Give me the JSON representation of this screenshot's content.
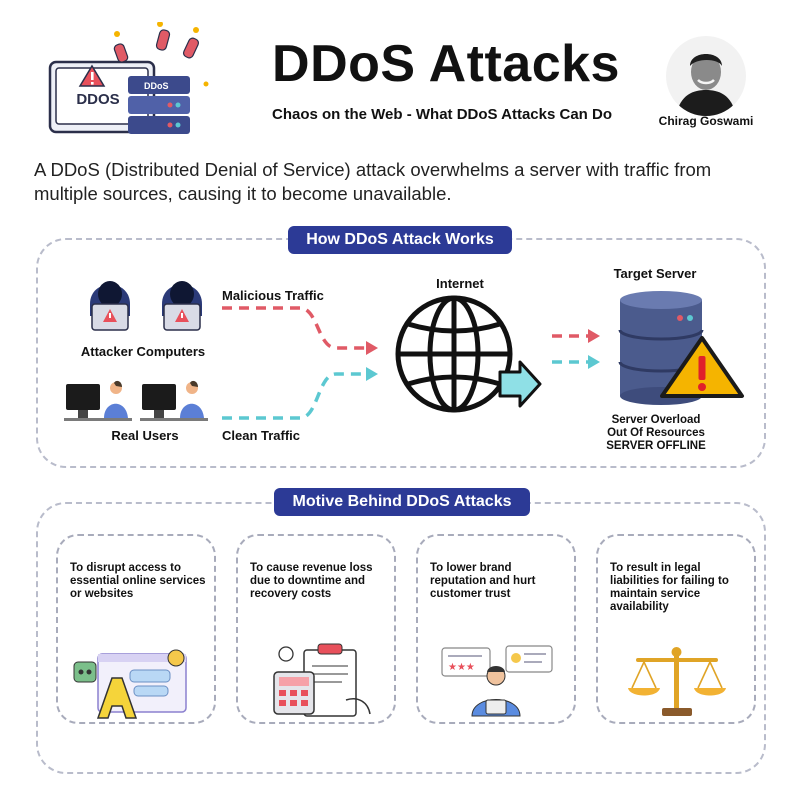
{
  "header": {
    "title": "DDoS Attacks",
    "subtitle": "Chaos on the Web - What DDoS Attacks Can Do",
    "author": "Chirag Goswami",
    "logo_text": "DDOS",
    "logo_server_text": "DDoS"
  },
  "intro": "A DDoS (Distributed Denial of Service) attack overwhelms a server with traffic from multiple sources, causing it to become unavailable.",
  "how_it_works": {
    "heading": "How DDoS Attack Works",
    "attackers_label": "Attacker Computers",
    "users_label": "Real Users",
    "malicious_label": "Malicious Traffic",
    "clean_label": "Clean Traffic",
    "internet_label": "Internet",
    "server_label": "Target Server",
    "status_lines": [
      "Server Overload",
      "Out Of Resources",
      "SERVER OFFLINE"
    ]
  },
  "motives": {
    "heading": "Motive Behind DDoS Attacks",
    "cards": [
      {
        "text": "To disrupt access to essential online services or websites",
        "icon": "chatbot-interface-icon"
      },
      {
        "text": "To cause revenue loss due to downtime and recovery costs",
        "icon": "invoice-calculator-icon"
      },
      {
        "text": "To lower brand reputation and hurt customer trust",
        "icon": "reviews-rating-icon"
      },
      {
        "text": "To result in legal liabilities for failing to maintain service availability",
        "icon": "scales-of-justice-icon"
      }
    ]
  },
  "colors": {
    "pill": "#2c3a96",
    "malicious": "#e05a66",
    "clean": "#5cc8d1",
    "warning": "#f5b400",
    "server": "#4b5b8d"
  }
}
